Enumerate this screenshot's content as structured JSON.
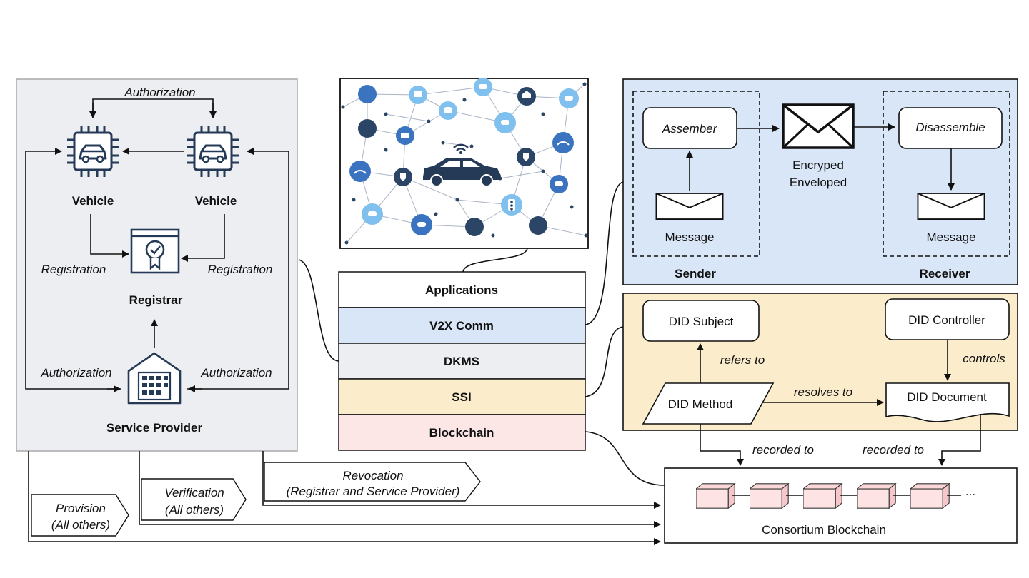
{
  "colors": {
    "left_panel_fill": "#eceef2",
    "left_panel_stroke": "#a8a8a8",
    "icon_navy": "#243a57",
    "sender_panel_fill": "#d9e6f7",
    "did_panel_fill": "#fbeccb",
    "stack_applications": "#ffffff",
    "stack_v2x": "#d9e6f7",
    "stack_dkms": "#eceef2",
    "stack_ssi": "#fbeccb",
    "stack_blockchain": "#fde6e6",
    "block_fill": "#fde3e4",
    "net_dark": "#2b4566",
    "net_light": "#80c0ee",
    "net_mid": "#3a73c0"
  },
  "left": {
    "authorization_top": "Authorization",
    "vehicle_left": "Vehicle",
    "vehicle_right": "Vehicle",
    "registration_left": "Registration",
    "registration_right": "Registration",
    "registrar": "Registrar",
    "authorization_left": "Authorization",
    "authorization_right": "Authorization",
    "service_provider": "Service Provider",
    "icons": [
      "car-chip-icon",
      "car-chip-icon",
      "certificate-icon",
      "building-icon"
    ]
  },
  "stack": [
    "Applications",
    "V2X Comm",
    "DKMS",
    "SSI",
    "Blockchain"
  ],
  "comm": {
    "assember": "Assember",
    "encrypted_line1": "Encryped",
    "encrypted_line2": "Enveloped",
    "disassemble": "Disassemble",
    "message_left": "Message",
    "message_right": "Message",
    "sender": "Sender",
    "receiver": "Receiver"
  },
  "did": {
    "subject": "DID Subject",
    "controller": "DID Controller",
    "method": "DID Method",
    "document": "DID Document",
    "refers_to": "refers to",
    "controls": "controls",
    "resolves_to": "resolves to",
    "recorded_to_left": "recorded to",
    "recorded_to_right": "recorded to"
  },
  "blockchain": {
    "label": "Consortium Blockchain",
    "ellipsis": "..."
  },
  "flags": {
    "revocation_line1": "Revocation",
    "revocation_line2": "(Registrar and Service Provider)",
    "verification_line1": "Verification",
    "verification_line2": "(All others)",
    "provision_line1": "Provision",
    "provision_line2": "(All others)"
  }
}
